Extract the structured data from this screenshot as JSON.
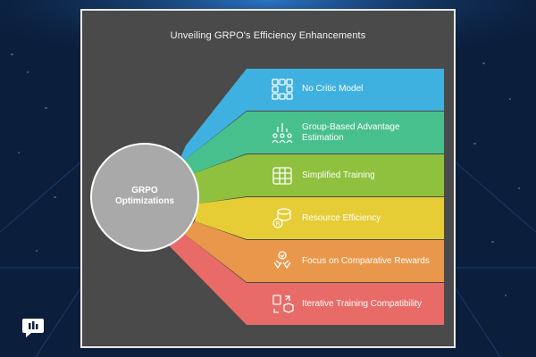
{
  "title": "Unveiling GRPO's Efficiency Enhancements",
  "hub": {
    "line1": "GRPO",
    "line2": "Optimizations"
  },
  "bands": [
    {
      "label": "No Critic Model",
      "color": "#3fb1e0",
      "icon": "nodes-grid-icon"
    },
    {
      "label_line1": "Group-Based Advantage",
      "label_line2": "Estimation",
      "color": "#48c08e",
      "icon": "group-chart-icon"
    },
    {
      "label": "Simplified Training",
      "color": "#8fc13f",
      "icon": "table-icon"
    },
    {
      "label": "Resource Efficiency",
      "color": "#e6cc35",
      "icon": "database-gear-icon"
    },
    {
      "label": "Focus on Comparative Rewards",
      "color": "#e9974a",
      "icon": "reward-compare-icon"
    },
    {
      "label": "Iterative Training Compatibility",
      "color": "#e86b67",
      "icon": "cycle-cube-icon"
    }
  ],
  "colors": {
    "panel": "#4a4a4a",
    "hub": "#a9a9a9",
    "background": "#0b1f3d"
  }
}
